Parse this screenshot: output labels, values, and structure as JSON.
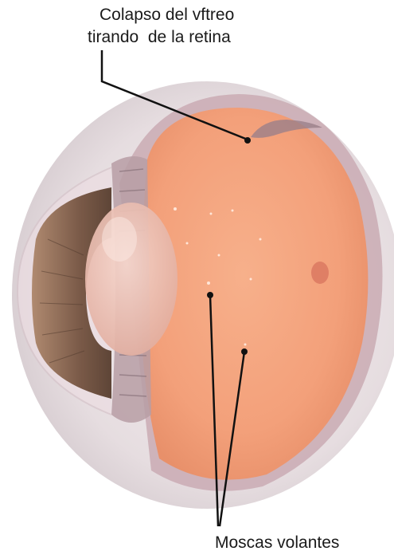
{
  "annotations": {
    "vitreous_line1": "Colapso del vftreo",
    "vitreous_line2": "tirando  de la retina",
    "floaters": "Moscas volantes"
  },
  "colors": {
    "vitreous": "#f3a37c",
    "sclera": "#ece3e6",
    "iris": "#8a6a55",
    "lens": "#eec3b6",
    "leader": "#111111"
  }
}
